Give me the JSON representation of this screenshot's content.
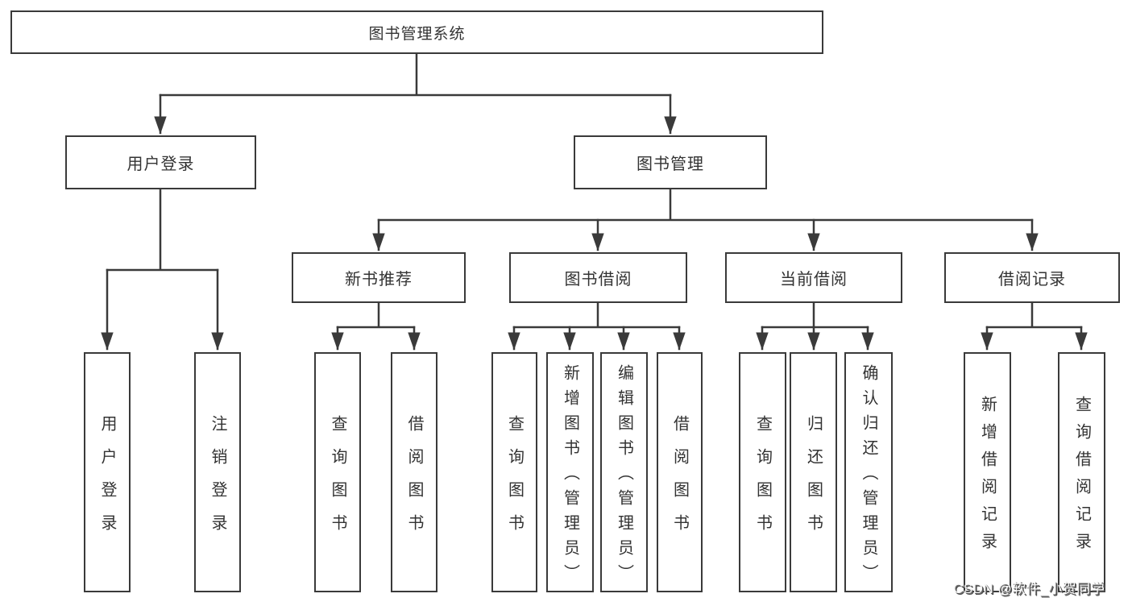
{
  "colors": {
    "line": "#3a3a3a",
    "box_border": "#3a3a3a",
    "text": "#333333",
    "background": "#ffffff",
    "watermark_text": "#f8f8f8",
    "watermark_shadow": "#4f4f4f"
  },
  "nodes": {
    "root": "图书管理系统",
    "user_login": "用户登录",
    "book_management": "图书管理",
    "new_book_recommend": "新书推荐",
    "book_borrow": "图书借阅",
    "current_borrow": "当前借阅",
    "borrow_records": "借阅记录",
    "login_leaf": "用户登录",
    "logout_leaf": "注销登录",
    "nbr_query_books": "查询图书",
    "nbr_borrow_books": "借阅图书",
    "bb_query_books": "查询图书",
    "bb_add_books": "新增图书（管理员）",
    "bb_edit_books": "编辑图书（管理员）",
    "bb_borrow_books": "借阅图书",
    "cb_query_books": "查询图书",
    "cb_return_books": "归还图书",
    "cb_confirm_return": "确认归还（管理员）",
    "br_add_record": "新增借阅记录",
    "br_query_record": "查询借阅记录"
  },
  "watermark": {
    "text": "CSDN @软件_小贺同学"
  }
}
